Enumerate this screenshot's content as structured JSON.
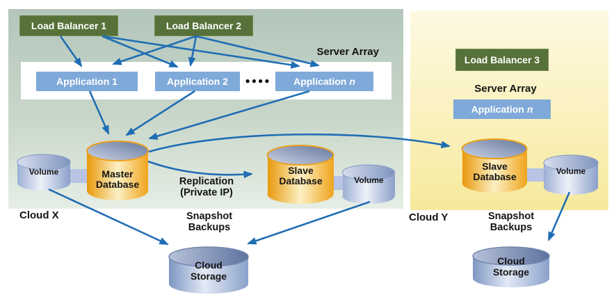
{
  "colors": {
    "arrow_blue": "#1f6db4",
    "load_balancer_green": "#57713a",
    "application_blue": "#7fa9d9",
    "cloud_x_background": "#b3c6bb",
    "cloud_y_background": "#f6e99c",
    "database_orange": "#f0a41c",
    "cylinder_blue": "#8ba0c9"
  },
  "cloud_x": {
    "label": "Cloud X",
    "load_balancer_1": "Load Balancer 1",
    "load_balancer_2": "Load Balancer 2",
    "server_array_label": "Server Array",
    "application_1": "Application 1",
    "application_2": "Application 2",
    "application_n": {
      "text": "Application",
      "suffix": "n"
    },
    "separator_dots": "●●●●",
    "volume_left": "Volume",
    "master_database": "Master\nDatabase",
    "replication_label": "Replication\n(Private IP)",
    "slave_database": "Slave\nDatabase",
    "volume_right": "Volume",
    "snapshot_label": "Snapshot\nBackups",
    "cloud_storage": "Cloud\nStorage"
  },
  "cloud_y": {
    "label": "Cloud Y",
    "load_balancer_3": "Load Balancer 3",
    "server_array_label": "Server Array",
    "application_n": {
      "text": "Application",
      "suffix": "n"
    },
    "slave_database": "Slave\nDatabase",
    "volume": "Volume",
    "snapshot_label": "Snapshot\nBackups",
    "cloud_storage": "Cloud\nStorage"
  }
}
